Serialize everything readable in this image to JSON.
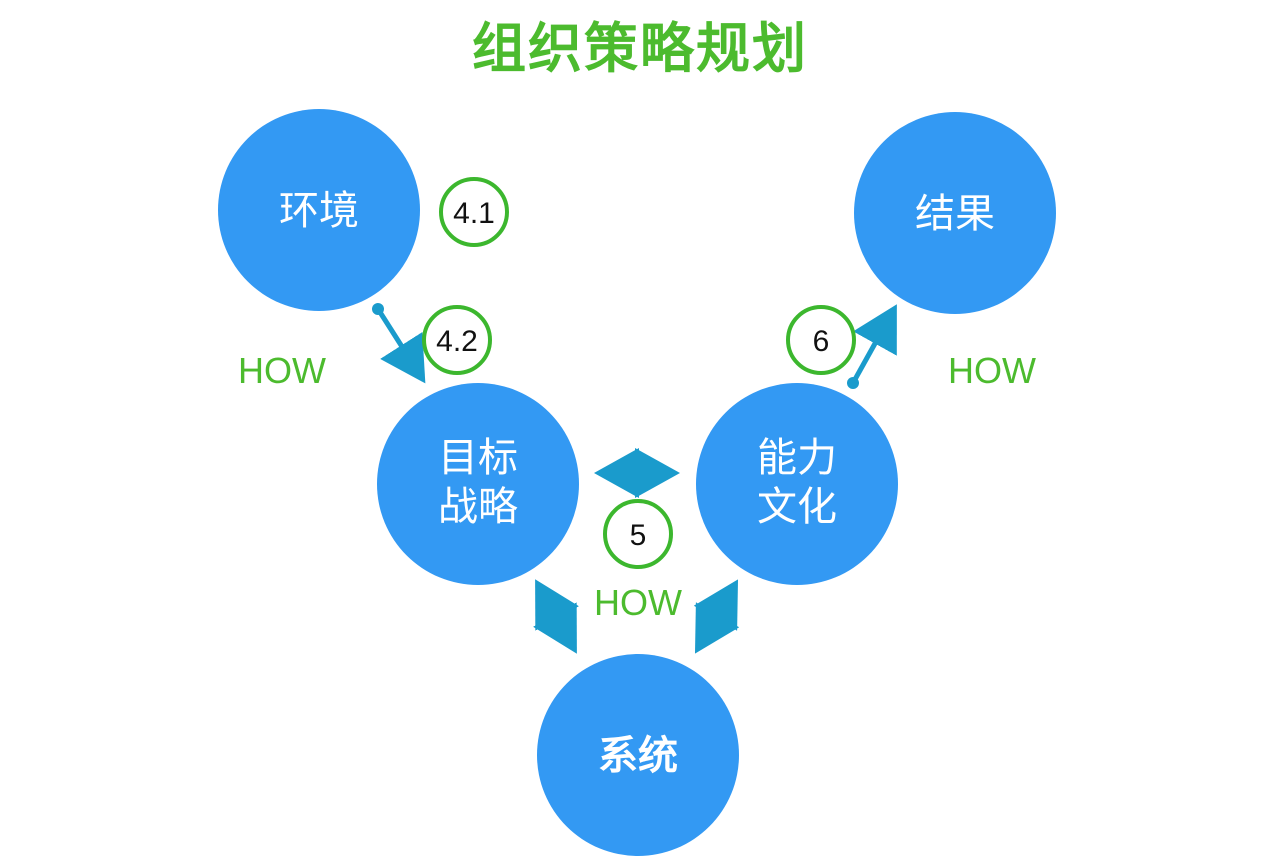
{
  "title": "组织策略规划",
  "colors": {
    "title": "#4cbb2e",
    "node_fill": "#3399f3",
    "arrow": "#1a9bcc",
    "badge_border": "#3cb72e",
    "how": "#4cbb2e"
  },
  "nodes": {
    "environment": "环境",
    "result": "结果",
    "goal_line1": "目标",
    "goal_line2": "战略",
    "capability_line1": "能力",
    "capability_line2": "文化",
    "system": "系统"
  },
  "badges": {
    "b41": "4.1",
    "b42": "4.2",
    "b5": "5",
    "b6": "6"
  },
  "how_labels": {
    "left": "HOW",
    "right": "HOW",
    "bottom": "HOW"
  }
}
